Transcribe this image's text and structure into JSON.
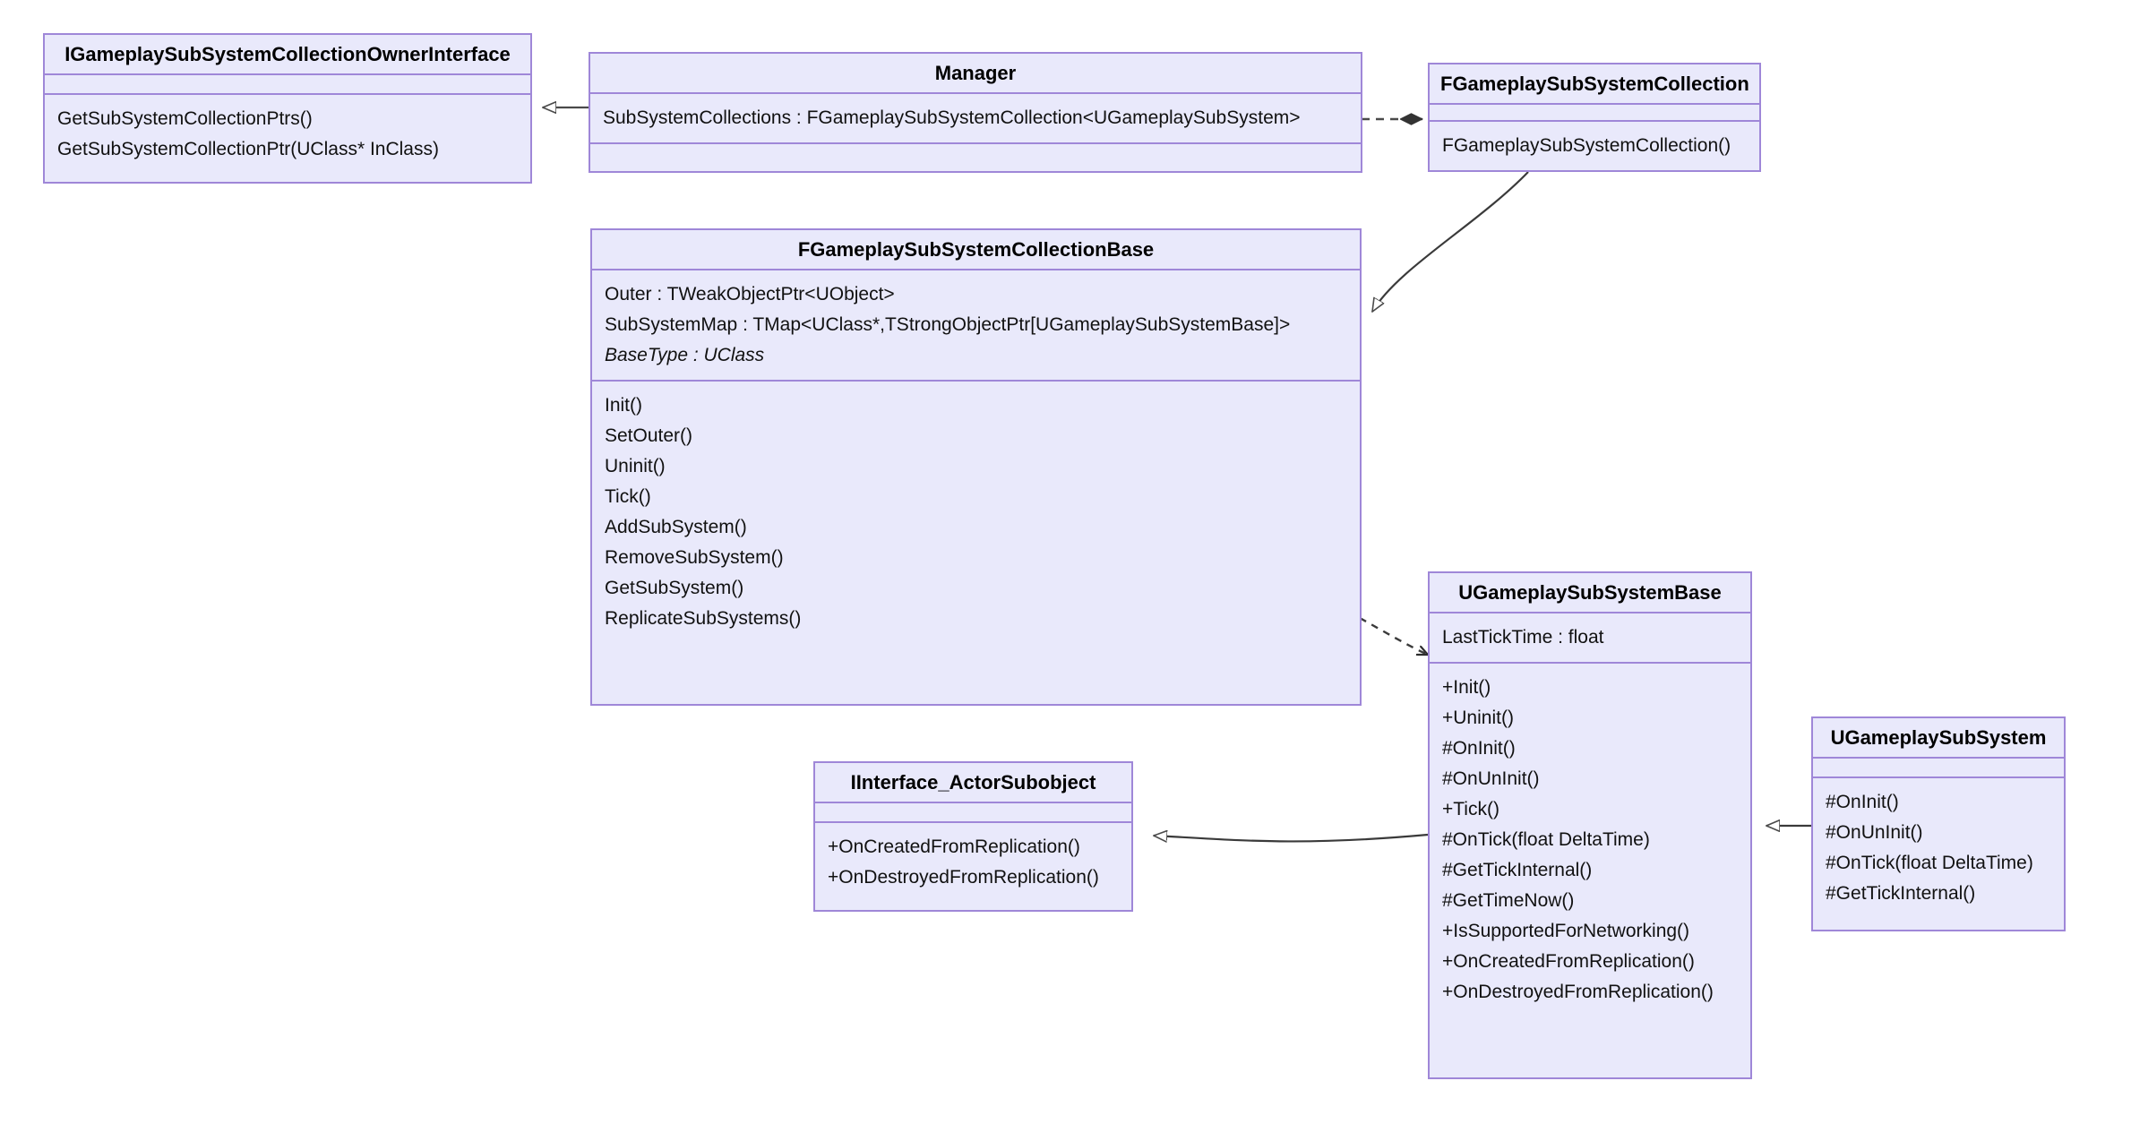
{
  "diagram": {
    "kind": "uml-class-diagram",
    "background": "#ffffff",
    "class_fill": "#e9e9fb",
    "class_border": "#9f87d8",
    "edge_color": "#3a3a3a"
  },
  "classes": [
    {
      "id": "iowner",
      "name": "IGameplaySubSystemCollectionOwnerInterface",
      "attributes": [],
      "methods": [
        "GetSubSystemCollectionPtrs()",
        "GetSubSystemCollectionPtr(UClass* InClass)"
      ]
    },
    {
      "id": "manager",
      "name": "Manager",
      "attributes": [
        "SubSystemCollections : FGameplaySubSystemCollection<UGameplaySubSystem>"
      ],
      "methods": []
    },
    {
      "id": "fcollection",
      "name": "FGameplaySubSystemCollection",
      "attributes": [],
      "methods": [
        "FGameplaySubSystemCollection()"
      ]
    },
    {
      "id": "fbase",
      "name": "FGameplaySubSystemCollectionBase",
      "attributes": [
        {
          "text": "Outer : TWeakObjectPtr<UObject>",
          "italic": false
        },
        {
          "text": "SubSystemMap : TMap<UClass*,TStrongObjectPtr[UGameplaySubSystemBase]>",
          "italic": false
        },
        {
          "text": "BaseType : UClass",
          "italic": true
        }
      ],
      "methods": [
        "Init()",
        "SetOuter()",
        "Uninit()",
        "Tick()",
        "AddSubSystem()",
        "RemoveSubSystem()",
        "GetSubSystem()",
        "ReplicateSubSystems()"
      ]
    },
    {
      "id": "ubase",
      "name": "UGameplaySubSystemBase",
      "attributes": [
        "LastTickTime : float"
      ],
      "methods": [
        "+Init()",
        "+Uninit()",
        "#OnInit()",
        "#OnUnInit()",
        "+Tick()",
        "#OnTick(float DeltaTime)",
        "#GetTickInternal()",
        "#GetTimeNow()",
        "+IsSupportedForNetworking()",
        "+OnCreatedFromReplication()",
        "+OnDestroyedFromReplication()"
      ]
    },
    {
      "id": "usub",
      "name": "UGameplaySubSystem",
      "attributes": [],
      "methods": [
        "#OnInit()",
        "#OnUnInit()",
        "#OnTick(float DeltaTime)",
        "#GetTickInternal()"
      ]
    },
    {
      "id": "iactorsub",
      "name": "IInterface_ActorSubobject",
      "attributes": [],
      "methods": [
        "+OnCreatedFromReplication()",
        "+OnDestroyedFromReplication()"
      ]
    }
  ],
  "edges": [
    {
      "id": "manager-to-iowner",
      "from": "manager",
      "to": "iowner",
      "type": "generalization",
      "arrow": "hollow-triangle",
      "line": "solid"
    },
    {
      "id": "manager-to-fcollection",
      "from": "manager",
      "to": "fcollection",
      "type": "composition",
      "arrow": "filled-diamond",
      "line": "dashed"
    },
    {
      "id": "fcollection-to-fbase",
      "from": "fcollection",
      "to": "fbase",
      "type": "generalization",
      "arrow": "hollow-triangle",
      "line": "solid"
    },
    {
      "id": "fbase-to-ubase",
      "from": "fbase",
      "to": "ubase",
      "type": "dependency",
      "arrow": "open-arrow",
      "line": "dashed"
    },
    {
      "id": "ubase-to-iactorsub",
      "from": "ubase",
      "to": "iactorsub",
      "type": "generalization",
      "arrow": "hollow-triangle",
      "line": "solid"
    },
    {
      "id": "usub-to-ubase",
      "from": "usub",
      "to": "ubase",
      "type": "generalization",
      "arrow": "hollow-triangle",
      "line": "solid"
    }
  ]
}
